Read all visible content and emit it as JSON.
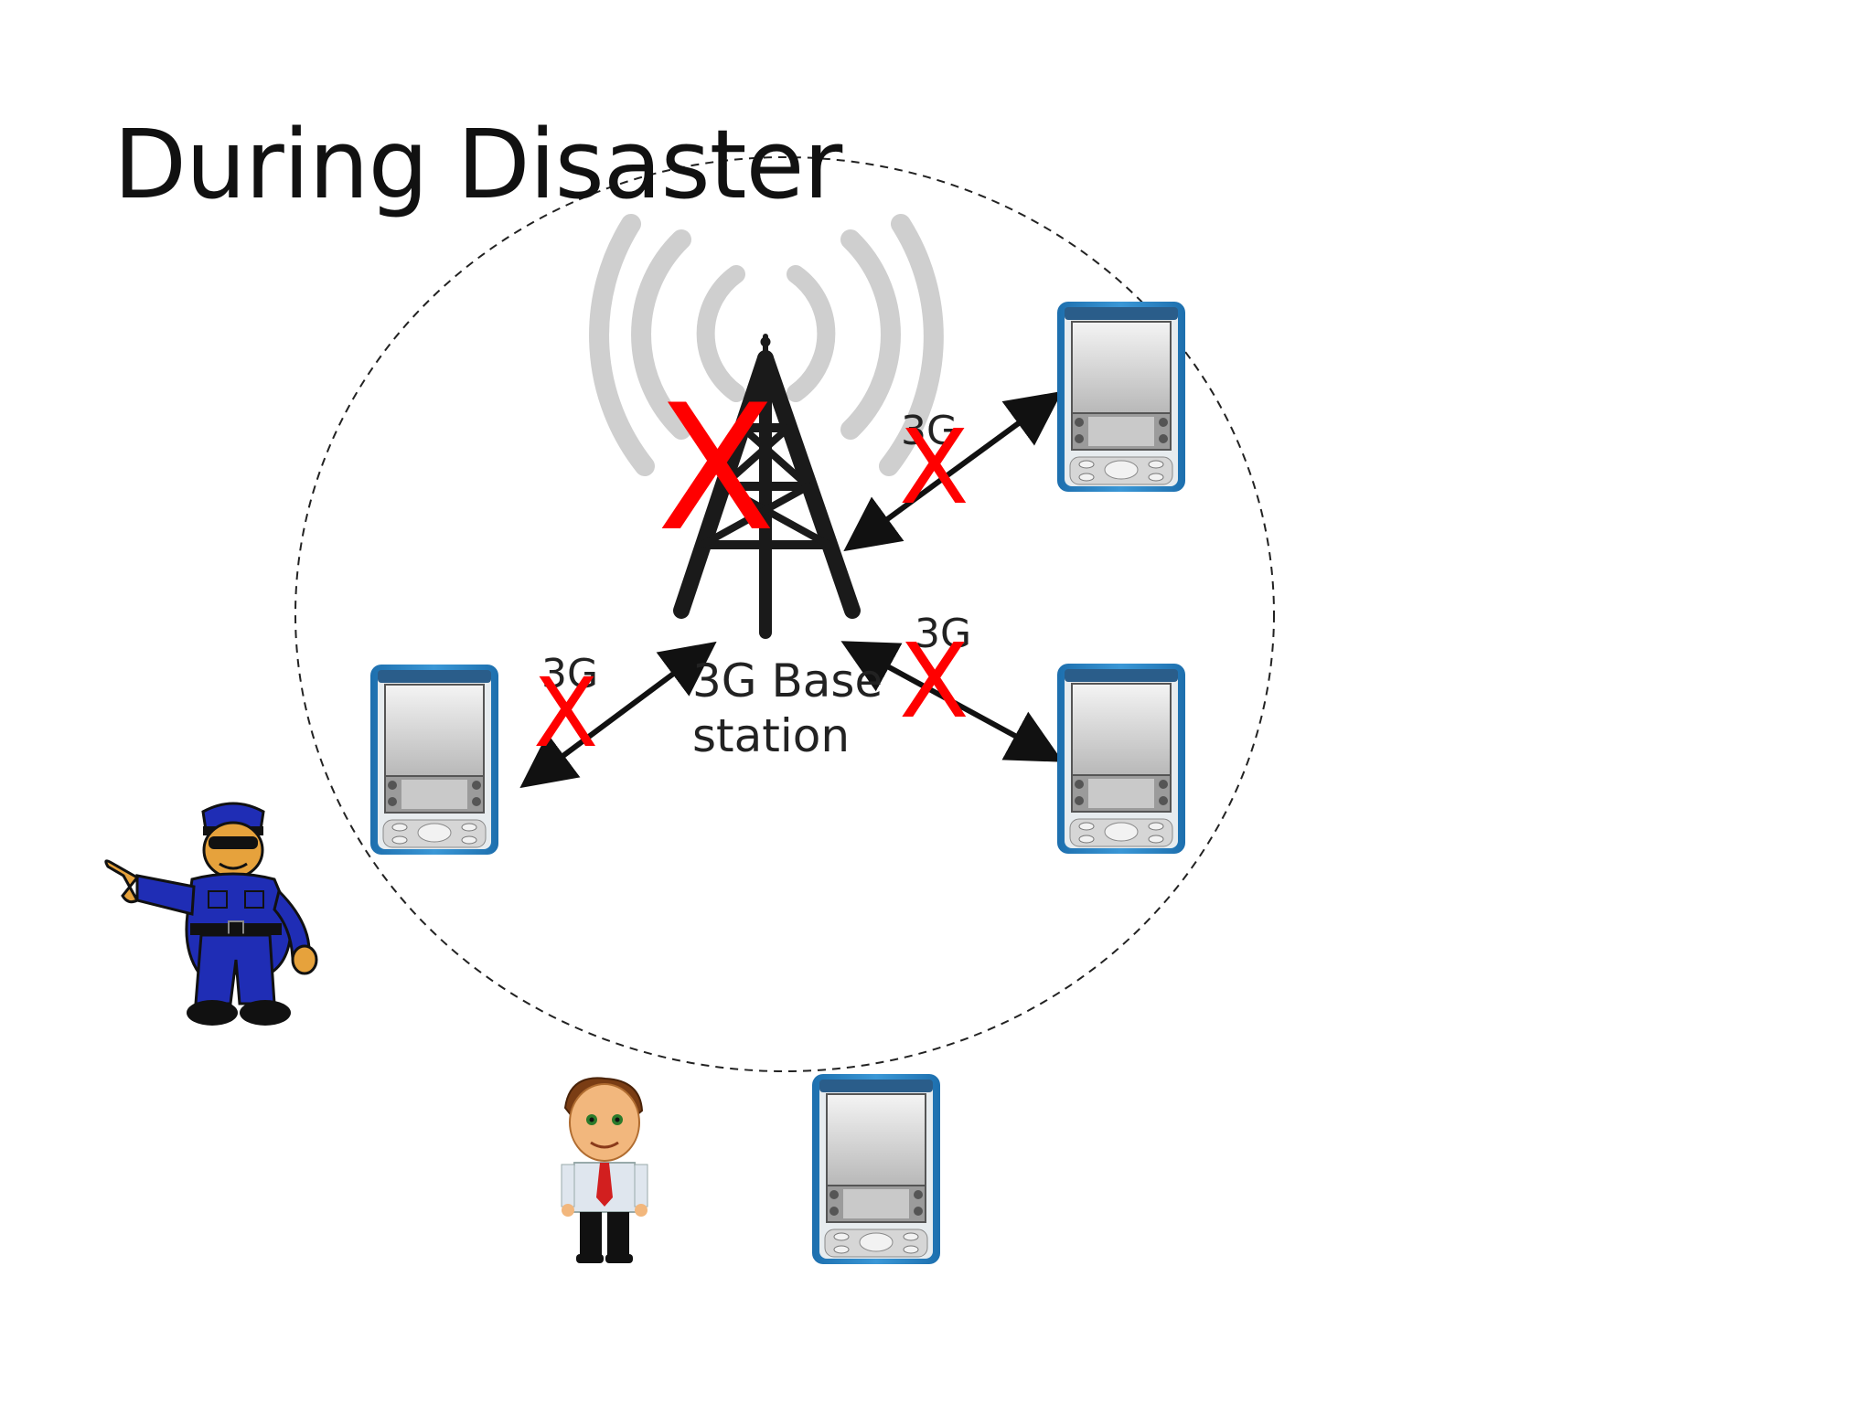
{
  "title": "During Disaster",
  "tower": {
    "label_line1": "3G Base",
    "label_line2": "station"
  },
  "links": [
    {
      "id": "link-top-right",
      "label": "3G",
      "status": "failed"
    },
    {
      "id": "link-mid-right",
      "label": "3G",
      "status": "failed"
    },
    {
      "id": "link-left",
      "label": "3G",
      "status": "failed"
    }
  ],
  "failure_mark": "X",
  "colors": {
    "failure": "#ff0000",
    "pda_frame": "#2a84c6",
    "police_uniform": "#1f2db5",
    "skin": "#e6a23c",
    "tie": "#d21f1f",
    "tower": "#1a1a1a",
    "signal_waves": "#cfcfcf"
  },
  "icons": [
    "cell-tower-icon",
    "pda-icon",
    "police-officer-icon",
    "civilian-man-icon"
  ]
}
